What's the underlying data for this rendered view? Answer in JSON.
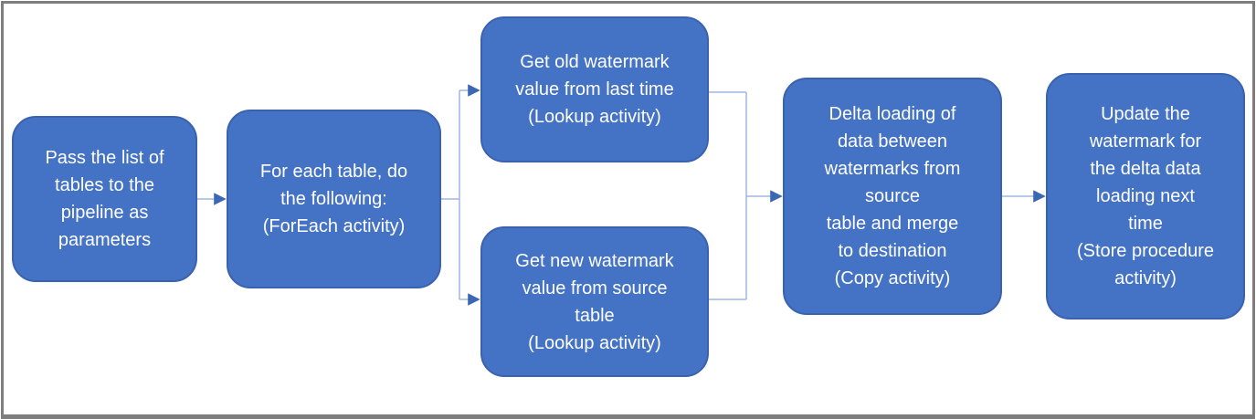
{
  "diagram": {
    "type": "flowchart",
    "nodes": [
      {
        "id": "pass-list",
        "text": "Pass the list of\ntables to the\npipeline as\nparameters"
      },
      {
        "id": "foreach",
        "text": "For each table, do\nthe following:\n(ForEach activity)"
      },
      {
        "id": "get-old-watermark",
        "text": "Get old watermark\nvalue from last time\n(Lookup activity)"
      },
      {
        "id": "get-new-watermark",
        "text": "Get new watermark\nvalue from source\ntable\n(Lookup activity)"
      },
      {
        "id": "delta-loading",
        "text": "Delta loading of\ndata between\nwatermarks from\nsource\ntable and merge\nto destination\n(Copy activity)"
      },
      {
        "id": "update-watermark",
        "text": "Update the\nwatermark for\nthe delta data\nloading next\ntime\n(Store procedure\nactivity)"
      }
    ],
    "edges": [
      {
        "from": "pass-list",
        "to": "foreach"
      },
      {
        "from": "foreach",
        "to": "get-old-watermark"
      },
      {
        "from": "foreach",
        "to": "get-new-watermark"
      },
      {
        "from": "get-old-watermark",
        "to": "delta-loading"
      },
      {
        "from": "get-new-watermark",
        "to": "delta-loading"
      },
      {
        "from": "delta-loading",
        "to": "update-watermark"
      }
    ],
    "colors": {
      "node_fill": "#4472c4",
      "node_border": "#3a62ae",
      "node_text": "#ffffff",
      "connector_line": "#a0b6e2",
      "arrowhead": "#3c67b5",
      "frame_border": "#7e7e7e",
      "background": "#ffffff"
    }
  }
}
